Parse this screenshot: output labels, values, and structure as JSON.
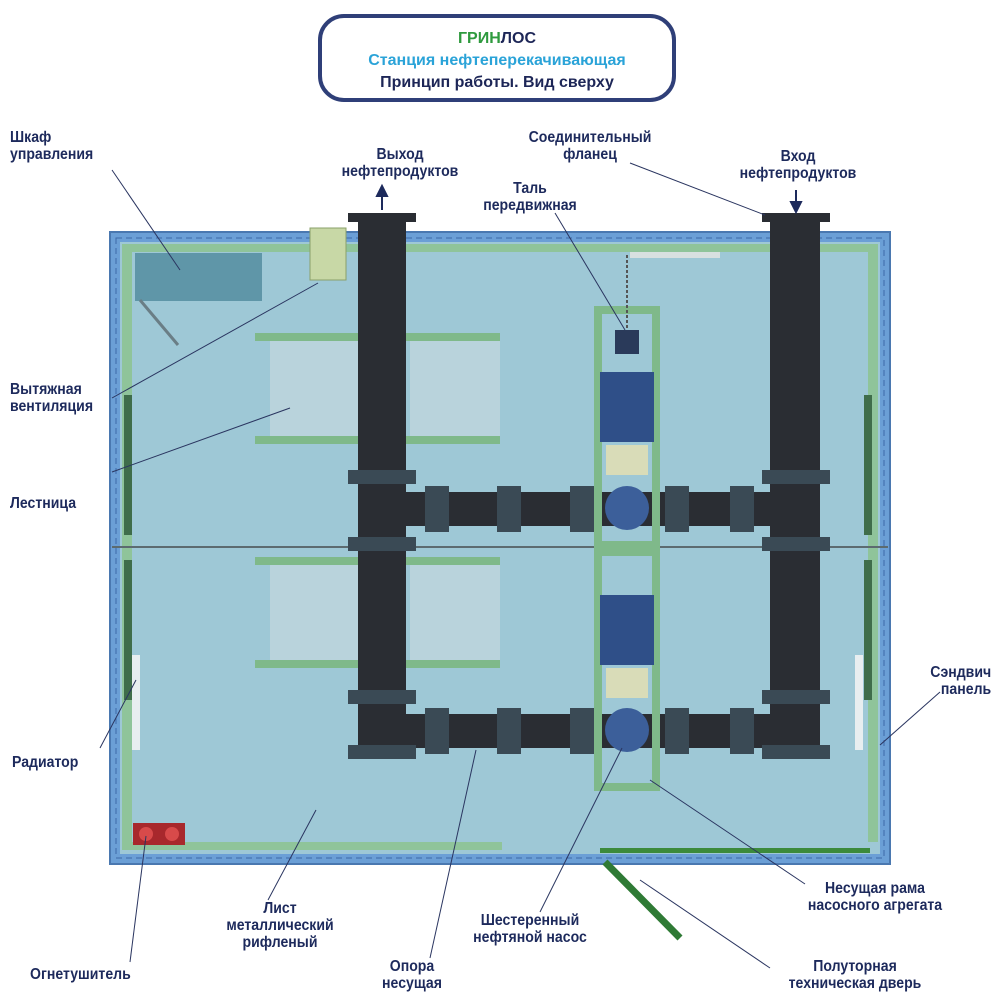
{
  "title": {
    "brand_green": "ГРИН",
    "brand_dark": "ЛОС",
    "subtitle": "Станция нефтеперекачивающая",
    "description": "Принцип работы. Вид сверху"
  },
  "labels": {
    "control_cabinet": [
      "Шкаф",
      "управления"
    ],
    "outlet": [
      "Выход",
      "нефтепродуктов"
    ],
    "flange": [
      "Соединительный",
      "фланец"
    ],
    "hoist": [
      "Таль",
      "передвижная"
    ],
    "inlet": [
      "Вход",
      "нефтепродуктов"
    ],
    "ventilation": [
      "Вытяжная",
      "вентиляция"
    ],
    "stairs": [
      "Лестница"
    ],
    "radiator": [
      "Радиатор"
    ],
    "sandwich": [
      "Сэндвич",
      "панель"
    ],
    "floor_sheet": [
      "Лист",
      "металлический",
      "рифленый"
    ],
    "extinguisher": [
      "Огнетушитель"
    ],
    "support": [
      "Опора",
      "несущая"
    ],
    "gear_pump": [
      "Шестеренный",
      "нефтяной насос"
    ],
    "pump_frame": [
      "Несущая рама",
      "насосного агрегата"
    ],
    "door": [
      "Полуторная",
      "техническая дверь"
    ]
  },
  "colors": {
    "floor": "#9ec8d6",
    "frame": "#8fc49a",
    "pipe": "#2a2d33",
    "wall": "#5b8fcc",
    "text": "#1d2a5c",
    "pump": "#3c5f9a"
  }
}
